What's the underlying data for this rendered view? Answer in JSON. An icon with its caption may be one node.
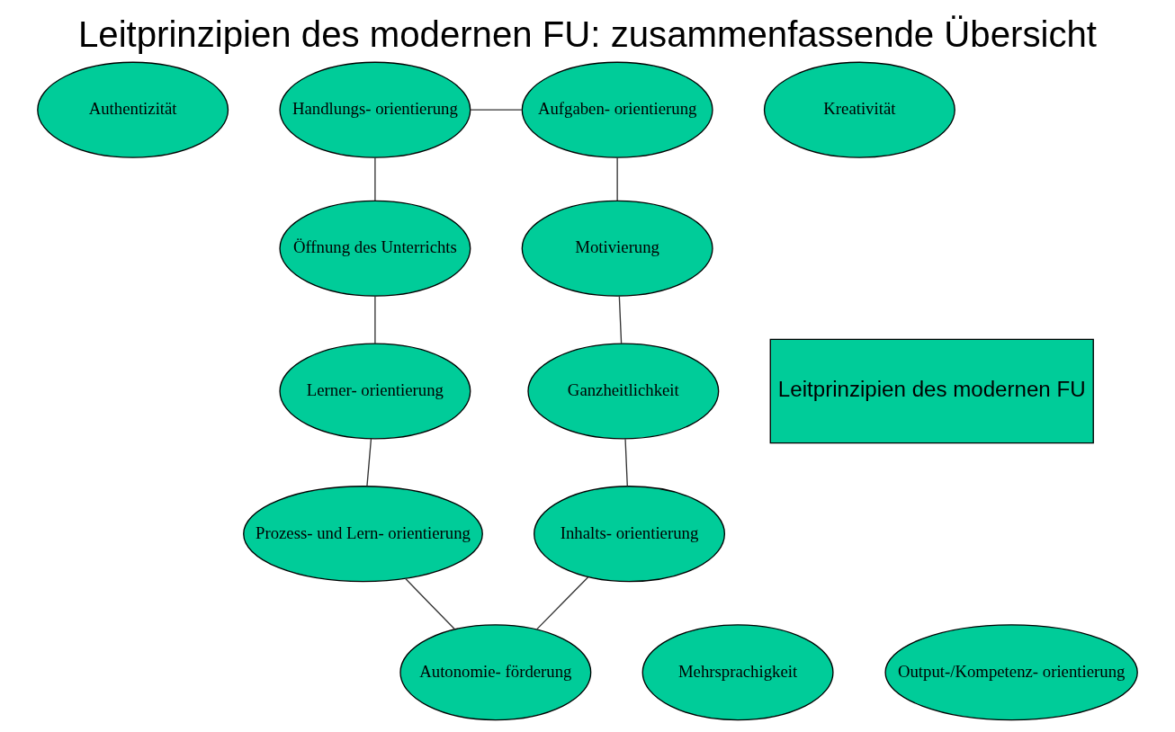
{
  "diagram": {
    "title": "Leitprinzipien des modernen FU: zusammenfassende Übersicht",
    "nodes": [
      {
        "text": [
          "Authentizität"
        ]
      },
      {
        "text": [
          "Handlungs- orientierung"
        ]
      },
      {
        "text": [
          "Aufgaben- orientierung"
        ]
      },
      {
        "text": [
          "Kreativität"
        ]
      },
      {
        "text": [
          "Öffnung des Unterrichts"
        ]
      },
      {
        "text": [
          "Motivierung"
        ]
      },
      {
        "text": [
          "Leitprinzipien des modernen FU"
        ]
      },
      {
        "text": [
          "Lerner- orientierung"
        ]
      },
      {
        "text": [
          "Ganzheitlichkeit"
        ]
      },
      {
        "text": [
          "Prozess- und Lern- orientierung"
        ]
      },
      {
        "text": [
          "Inhalts- orientierung"
        ]
      },
      {
        "text": [
          "Autonomie- förderung"
        ]
      },
      {
        "text": [
          "Mehrsprachigkeit"
        ]
      },
      {
        "text": [
          "Output-/Kompetenz- orientierung"
        ]
      }
    ],
    "edges": [
      {
        "from": 1,
        "to": 2,
        "arrow": "none"
      },
      {
        "from": 2,
        "to": 5,
        "arrow": "none"
      },
      {
        "from": 4,
        "to": 1,
        "arrow": "none"
      },
      {
        "from": 5,
        "to": 8,
        "arrow": "none"
      },
      {
        "from": 4,
        "to": 7,
        "arrow": "none"
      },
      {
        "from": 7,
        "to": 9,
        "arrow": "none"
      },
      {
        "from": 8,
        "to": 10,
        "arrow": "none"
      },
      {
        "from": 9,
        "to": 11,
        "arrow": "none"
      },
      {
        "from": 11,
        "to": 10,
        "arrow": "none"
      }
    ]
  }
}
